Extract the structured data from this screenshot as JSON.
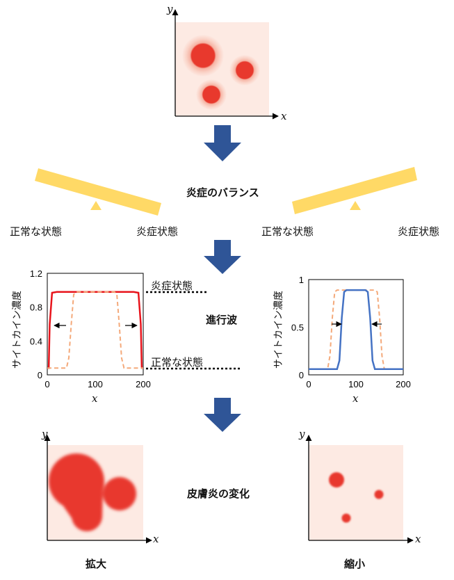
{
  "axis": {
    "x": "x",
    "y": "y"
  },
  "top_panel": {
    "spots": 3
  },
  "balance": {
    "title": "炎症のバランス",
    "normal": "正常な状態",
    "inflamed": "炎症状態"
  },
  "wave": {
    "title": "進行波",
    "inflamed_label": "炎症状態",
    "normal_label": "正常な状態",
    "ylabel": "サイトカイン濃度",
    "xlabel": "x"
  },
  "result": {
    "title": "皮膚炎の変化",
    "expand": "拡大",
    "shrink": "縮小"
  },
  "chart_data": [
    {
      "type": "line",
      "xlabel": "x",
      "ylabel": "サイトカイン濃度",
      "xlim": [
        0,
        200
      ],
      "ylim": [
        0,
        1.2
      ],
      "xticks": [
        "0",
        "100",
        "200"
      ],
      "yticks": [
        "0",
        "0.4",
        "0.8",
        "1.2"
      ],
      "series": [
        {
          "style": "solid",
          "color": "#e8141c",
          "x": [
            0,
            3,
            5,
            10,
            20,
            100,
            180,
            190,
            195,
            197,
            200
          ],
          "y": [
            0.08,
            0.08,
            0.6,
            0.97,
            0.98,
            0.98,
            0.98,
            0.97,
            0.6,
            0.08,
            0.08
          ]
        },
        {
          "style": "dashed",
          "color": "#f4a97a",
          "x": [
            0,
            40,
            45,
            50,
            55,
            60,
            100,
            140,
            145,
            150,
            155,
            160,
            200
          ],
          "y": [
            0.08,
            0.08,
            0.2,
            0.6,
            0.95,
            0.98,
            0.98,
            0.98,
            0.95,
            0.6,
            0.2,
            0.08,
            0.08
          ]
        }
      ]
    },
    {
      "type": "line",
      "xlabel": "x",
      "ylabel": "サイトカイン濃度",
      "xlim": [
        0,
        200
      ],
      "ylim": [
        0,
        1
      ],
      "xticks": [
        "0",
        "100",
        "200"
      ],
      "yticks": [
        "0",
        "0.5",
        "1"
      ],
      "series": [
        {
          "style": "solid",
          "color": "#4472c4",
          "x": [
            0,
            60,
            65,
            70,
            75,
            80,
            100,
            120,
            125,
            130,
            135,
            140,
            200
          ],
          "y": [
            0.06,
            0.06,
            0.15,
            0.6,
            0.87,
            0.89,
            0.89,
            0.89,
            0.87,
            0.6,
            0.15,
            0.06,
            0.06
          ]
        },
        {
          "style": "dashed",
          "color": "#f4a97a",
          "x": [
            0,
            40,
            45,
            50,
            55,
            60,
            100,
            140,
            145,
            150,
            155,
            160,
            200
          ],
          "y": [
            0.06,
            0.06,
            0.2,
            0.6,
            0.87,
            0.89,
            0.89,
            0.89,
            0.87,
            0.6,
            0.2,
            0.06,
            0.06
          ]
        }
      ]
    }
  ]
}
